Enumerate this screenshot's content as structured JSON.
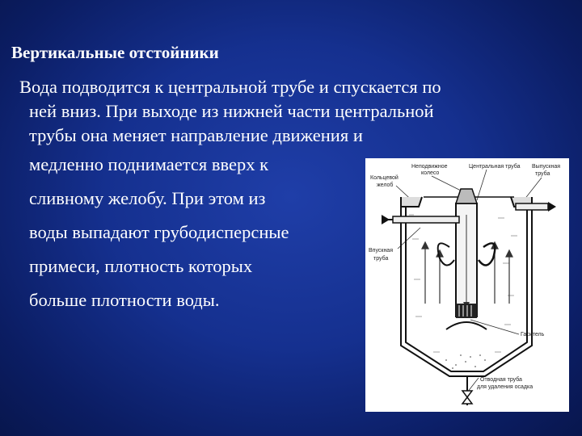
{
  "slide": {
    "title": "Вертикальные отстойники",
    "lines": [
      "Вода подводится к центральной трубе и спускается по",
      "ней вниз. При выходе из нижней части центральной",
      "трубы она меняет направление движения и",
      "медленно поднимается вверх к",
      "сливному желобу. При этом из",
      "воды выпадают  грубодисперсные",
      "примеси, плотность которых",
      "больше  плотности воды."
    ]
  },
  "diagram": {
    "labels": {
      "fixed_wheel_1": "Неподвижное",
      "fixed_wheel_2": "колесо",
      "central_pipe": "Центральная труба",
      "ring_trough_1": "Кольцевой",
      "ring_trough_2": "желоб",
      "outlet_pipe_1": "Выпускная",
      "outlet_pipe_2": "труба",
      "inlet_pipe_1": "Впускная",
      "inlet_pipe_2": "труба",
      "damper": "Гаситель",
      "drain_pipe_1": "Отводная труба",
      "drain_pipe_2": "для удаления осадка"
    }
  }
}
